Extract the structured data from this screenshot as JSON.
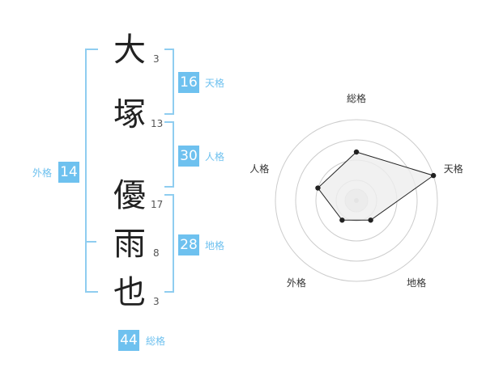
{
  "name_chars": [
    {
      "char": "大",
      "strokes": "3"
    },
    {
      "char": "塚",
      "strokes": "13"
    },
    {
      "char": "優",
      "strokes": "17"
    },
    {
      "char": "雨",
      "strokes": "8"
    },
    {
      "char": "也",
      "strokes": "3"
    }
  ],
  "fortunes": {
    "tenkaku": {
      "value": "16",
      "label": "天格"
    },
    "jinkaku": {
      "value": "30",
      "label": "人格"
    },
    "chikaku": {
      "value": "28",
      "label": "地格"
    },
    "gaikaku": {
      "value": "14",
      "label": "外格"
    },
    "soukaku": {
      "value": "44",
      "label": "総格"
    }
  },
  "colors": {
    "accent": "#6ec1ef",
    "bracket": "#8fcdf0",
    "ring": "#cccccc",
    "polygon_fill": "#eeeeee"
  },
  "chart_data": {
    "type": "radar",
    "axes": [
      "総格",
      "天格",
      "地格",
      "外格",
      "人格"
    ],
    "values": [
      3,
      5,
      1.5,
      1.5,
      2.5
    ],
    "rmax": 5,
    "rings": 4,
    "grid": true
  }
}
